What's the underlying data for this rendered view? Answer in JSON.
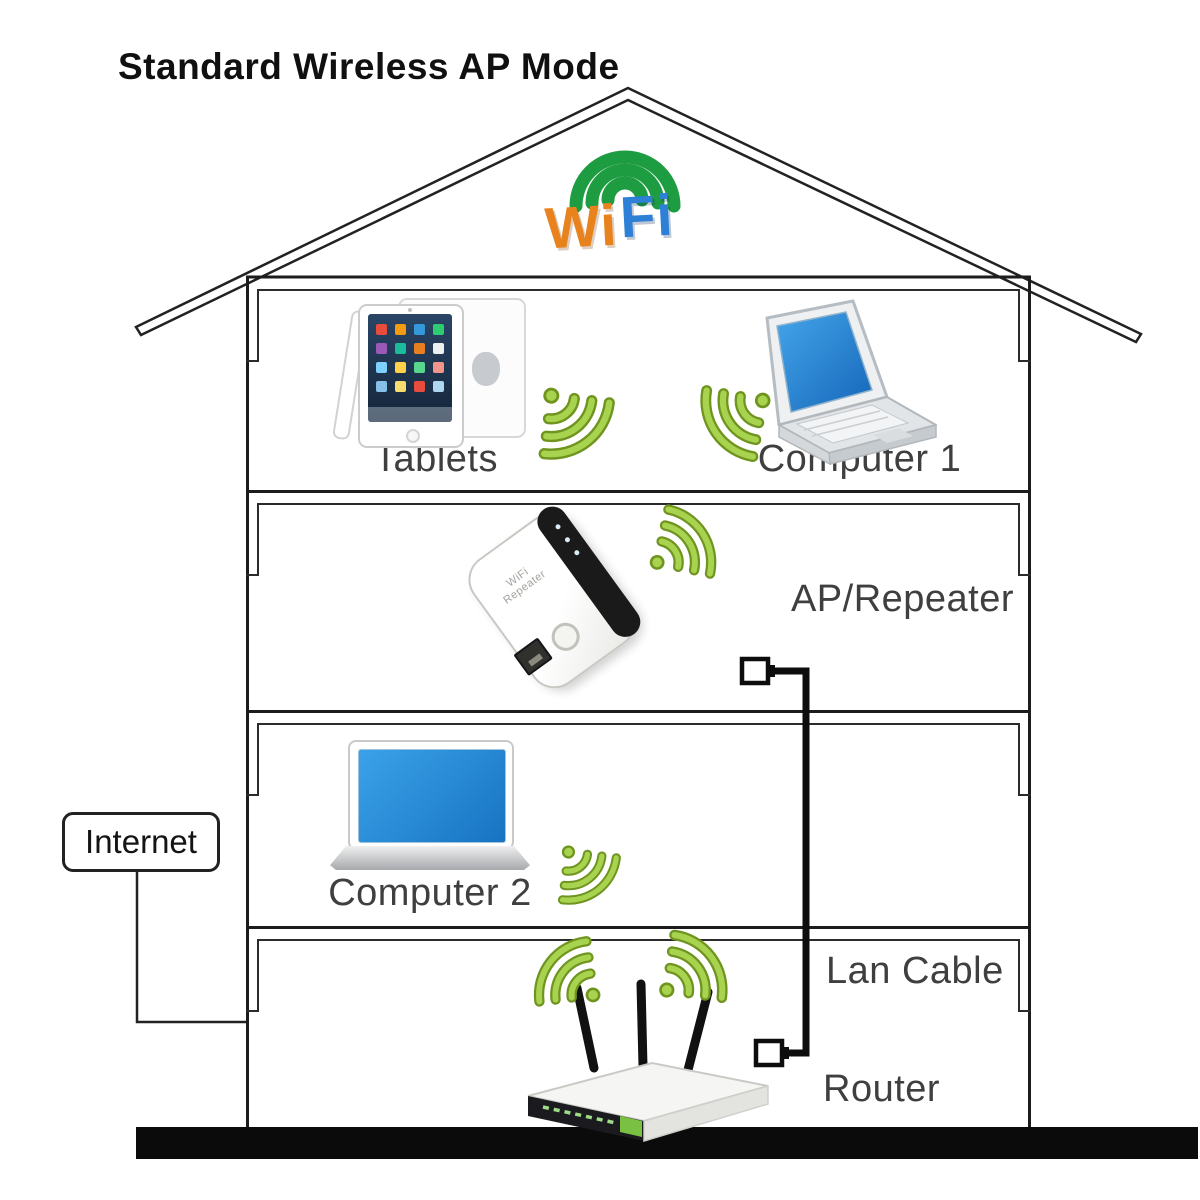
{
  "title": "Standard Wireless AP Mode",
  "wifi_logo": {
    "part1": "Wi",
    "part2": "Fi"
  },
  "labels": {
    "tablets": "Tablets",
    "computer1": "Computer 1",
    "ap_repeater": "AP/Repeater",
    "computer2": "Computer 2",
    "internet": "Internet",
    "lan_cable": "Lan Cable",
    "router": "Router"
  },
  "devices": {
    "repeater_text_line1": "WiFi",
    "repeater_text_line2": "Repeater"
  },
  "icons": {
    "wifi_signal": "wifi-signal-fan-icon",
    "ethernet_plug": "rj45-plug-icon"
  },
  "colors": {
    "signal_green_light": "#A8D34F",
    "signal_green_dark": "#6F941F",
    "logo_green": "#1E9C41",
    "logo_orange": "#E8821C",
    "logo_blue": "#2E7FD6",
    "laptop_screen_blue": "#2E8FD4",
    "line_color": "#1C1C1C",
    "led_green": "#7AC143"
  }
}
